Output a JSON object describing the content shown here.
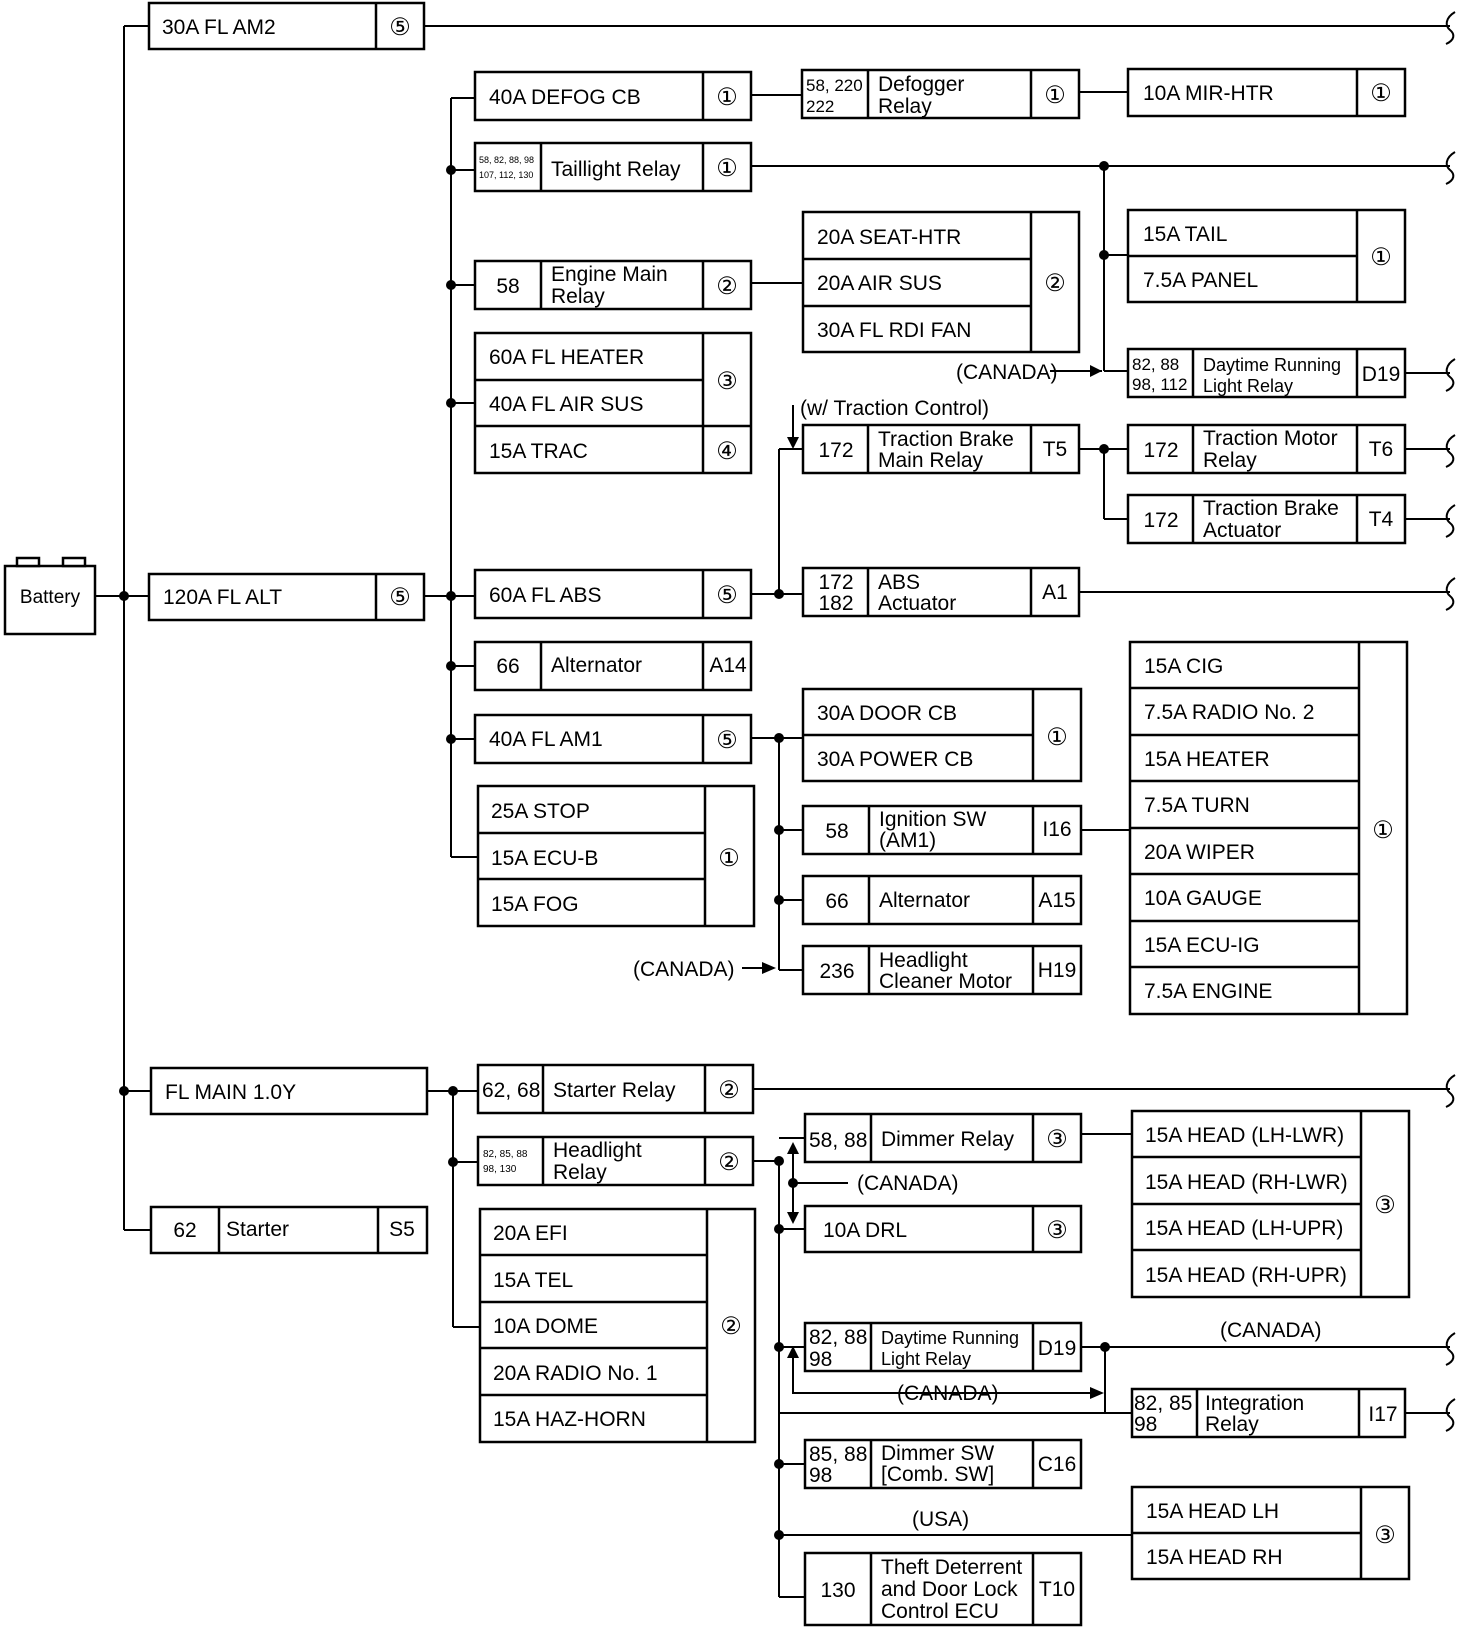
{
  "battery": "Battery",
  "am2": {
    "label": "30A FL AM2",
    "sym": "⑤"
  },
  "alt120": {
    "label": "120A FL ALT",
    "sym": "⑤"
  },
  "main10": {
    "label": "FL MAIN 1.0Y"
  },
  "starter": {
    "num": "62",
    "label": "Starter",
    "code": "S5"
  },
  "defog_cb": {
    "label": "40A DEFOG CB",
    "sym": "①"
  },
  "defog_relay": {
    "num1": "58, 220",
    "num2": "222",
    "l1": "Defogger",
    "l2": "Relay",
    "sym": "①"
  },
  "mir_htr": {
    "label": "10A MIR-HTR",
    "sym": "①"
  },
  "taillight_relay": {
    "num1": "58, 82, 88, 98",
    "num2": "107, 112, 130",
    "label": "Taillight Relay",
    "sym": "①"
  },
  "engine_main": {
    "num": "58",
    "l1": "Engine Main",
    "l2": "Relay",
    "sym": "②"
  },
  "emr_group": {
    "items": [
      "20A SEAT-HTR",
      "20A AIR SUS",
      "30A FL RDI FAN"
    ],
    "sym": "②"
  },
  "tail_group": {
    "items": [
      "15A TAIL",
      "7.5A PANEL"
    ],
    "sym": "①"
  },
  "canada": "(CANADA)",
  "usa": "(USA)",
  "drl_relay": {
    "num1": "82, 88",
    "num2": "98, 112",
    "l1": "Daytime Running",
    "l2": "Light Relay",
    "code": "D19"
  },
  "heater_group": {
    "items": [
      "60A FL HEATER",
      "40A FL AIR SUS"
    ],
    "sym": "③"
  },
  "trac": {
    "label": "15A TRAC",
    "sym": "④"
  },
  "traction_control": "(w/ Traction Control)",
  "tb_main": {
    "num": "172",
    "l1": "Traction Brake",
    "l2": "Main Relay",
    "code": "T5"
  },
  "tm_relay": {
    "num": "172",
    "l1": "Traction Motor",
    "l2": "Relay",
    "code": "T6"
  },
  "tb_act": {
    "num": "172",
    "l1": "Traction Brake",
    "l2": "Actuator",
    "code": "T4"
  },
  "abs_fuse": {
    "label": "60A FL ABS",
    "sym": "⑤"
  },
  "abs_act": {
    "num1": "172",
    "num2": "182",
    "l1": "ABS",
    "l2": "Actuator",
    "code": "A1"
  },
  "alternator1": {
    "num": "66",
    "label": "Alternator",
    "code": "A14"
  },
  "am1": {
    "label": "40A FL AM1",
    "sym": "⑤"
  },
  "door_group": {
    "items": [
      "30A DOOR CB",
      "30A POWER CB"
    ],
    "sym": "①"
  },
  "ign_sw": {
    "num": "58",
    "l1": "Ignition SW",
    "l2": "(AM1)",
    "code": "I16"
  },
  "alternator2": {
    "num": "66",
    "label": "Alternator",
    "code": "A15"
  },
  "hl_cleaner": {
    "num": "236",
    "l1": "Headlight",
    "l2": "Cleaner Motor",
    "code": "H19"
  },
  "stop_group": {
    "items": [
      "25A STOP",
      "15A ECU-B",
      "15A FOG"
    ],
    "sym": "①"
  },
  "cig_group": {
    "items": [
      "15A CIG",
      "7.5A RADIO No. 2",
      "15A HEATER",
      "7.5A TURN",
      "20A WIPER",
      "10A GAUGE",
      "15A ECU-IG",
      "7.5A ENGINE"
    ],
    "sym": "①"
  },
  "starter_relay": {
    "num": "62, 68",
    "label": "Starter Relay",
    "sym": "②"
  },
  "hl_relay": {
    "num1": "82, 85, 88",
    "num2": "98, 130",
    "l1": "Headlight",
    "l2": "Relay",
    "sym": "②"
  },
  "efi_group": {
    "items": [
      "20A EFI",
      "15A TEL",
      "10A DOME",
      "20A RADIO No. 1",
      "15A HAZ-HORN"
    ],
    "sym": "②"
  },
  "dimmer_relay": {
    "num": "58, 88",
    "label": "Dimmer Relay",
    "sym": "③"
  },
  "drl_fuse": {
    "label": "10A DRL",
    "sym": "③"
  },
  "head_group": {
    "items": [
      "15A HEAD (LH-LWR)",
      "15A HEAD (RH-LWR)",
      "15A HEAD (LH-UPR)",
      "15A HEAD (RH-UPR)"
    ],
    "sym": "③"
  },
  "drl_relay2": {
    "num1": "82, 88",
    "num2": "98",
    "l1": "Daytime Running",
    "l2": "Light Relay",
    "code": "D19"
  },
  "integ_relay": {
    "num1": "82, 85",
    "num2": "98",
    "l1": "Integration",
    "l2": "Relay",
    "code": "I17"
  },
  "dimmer_sw": {
    "num1": "85, 88",
    "num2": "98",
    "l1": "Dimmer SW",
    "l2": "[Comb. SW]",
    "code": "C16"
  },
  "head_lr": {
    "items": [
      "15A HEAD LH",
      "15A HEAD RH"
    ],
    "sym": "③"
  },
  "theft_ecu": {
    "num": "130",
    "l1": "Theft Deterrent",
    "l2": "and Door Lock",
    "l3": "Control ECU",
    "code": "T10"
  }
}
